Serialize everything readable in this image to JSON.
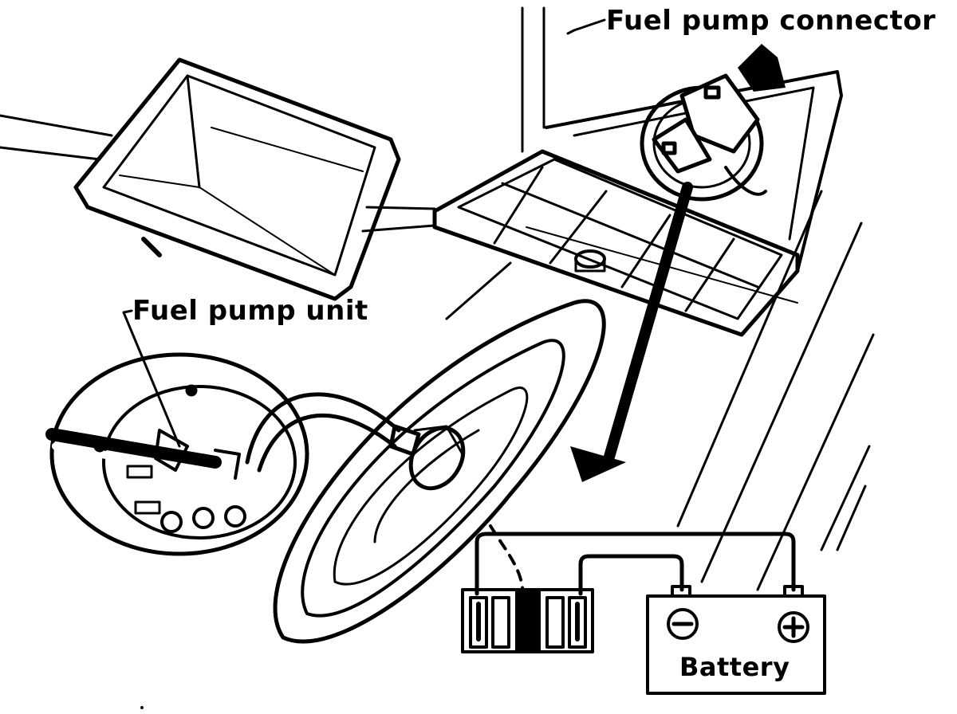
{
  "labels": {
    "fuel_pump_connector": "Fuel pump connector",
    "fuel_pump_unit": "Fuel pump unit",
    "battery": "Battery"
  },
  "battery_terminals": {
    "negative": "−",
    "positive": "+"
  },
  "colors": {
    "ink": "#000000",
    "paper": "#ffffff"
  }
}
